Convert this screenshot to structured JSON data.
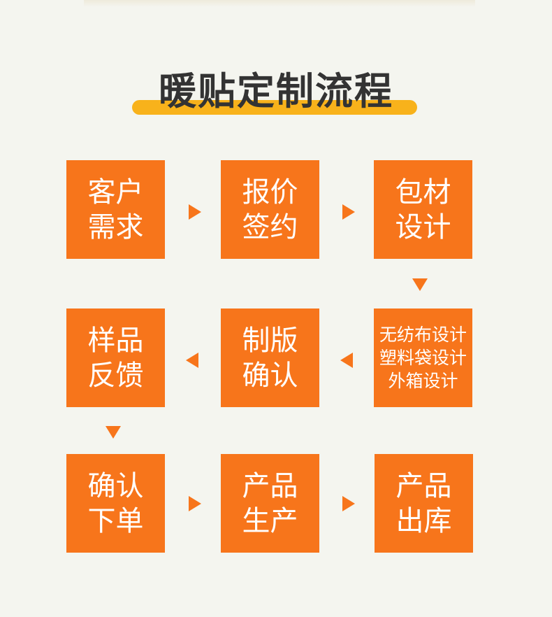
{
  "title": "暖贴定制流程",
  "colors": {
    "accent": "#f7751b",
    "title_bar": "#f8b21b",
    "background": "#f4f5ef",
    "title_text": "#333333"
  },
  "steps": [
    {
      "label": "客户\n需求"
    },
    {
      "label": "报价\n签约"
    },
    {
      "label": "包材\n设计"
    },
    {
      "label": "无纺布设计\n塑料袋设计\n外箱设计"
    },
    {
      "label": "制版\n确认"
    },
    {
      "label": "样品\n反馈"
    },
    {
      "label": "确认\n下单"
    },
    {
      "label": "产品\n生产"
    },
    {
      "label": "产品\n出库"
    }
  ],
  "arrows": [
    {
      "direction": "right"
    },
    {
      "direction": "right"
    },
    {
      "direction": "down"
    },
    {
      "direction": "left"
    },
    {
      "direction": "left"
    },
    {
      "direction": "down"
    },
    {
      "direction": "right"
    },
    {
      "direction": "right"
    }
  ]
}
